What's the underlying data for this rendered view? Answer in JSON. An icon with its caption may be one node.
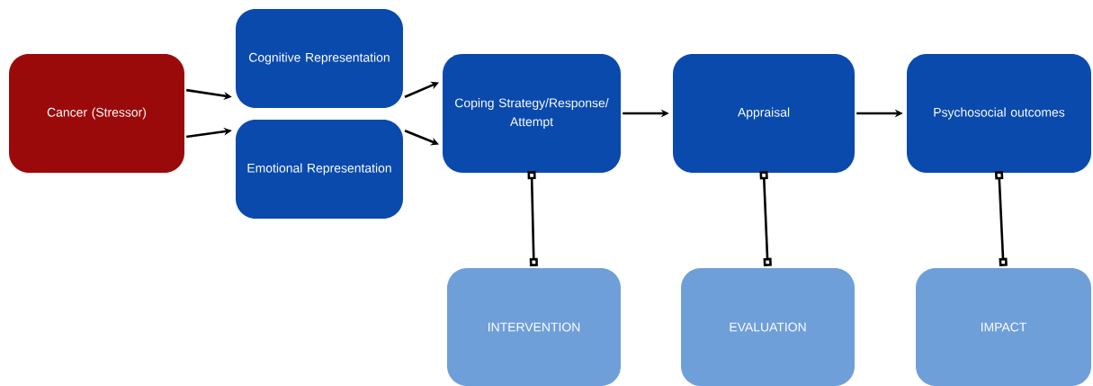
{
  "diagram": {
    "nodes": [
      {
        "text": [
          "Cancer (Stressor)"
        ]
      },
      {
        "text": [
          "Cognitive Representation"
        ]
      },
      {
        "text": [
          "Emotional Representation"
        ]
      },
      {
        "text": [
          "Coping Strategy/Response/ Attempt"
        ]
      },
      {
        "text": [
          "Appraisal"
        ]
      },
      {
        "text": [
          "Psychosocial outcomes"
        ]
      },
      {
        "text": [
          "INTERVENTION"
        ]
      },
      {
        "text": [
          "EVALUATION"
        ]
      },
      {
        "text": [
          "IMPACT"
        ]
      }
    ],
    "edges": [
      {
        "from": 0,
        "to": 1,
        "arrow": "to"
      },
      {
        "from": 0,
        "to": 2,
        "arrow": "to"
      },
      {
        "from": 1,
        "to": 3,
        "arrow": "to"
      },
      {
        "from": 2,
        "to": 3,
        "arrow": "to"
      },
      {
        "from": 3,
        "to": 4,
        "arrow": "to"
      },
      {
        "from": 4,
        "to": 5,
        "arrow": "to"
      },
      {
        "from": 3,
        "to": 6,
        "arrow": "other"
      },
      {
        "from": 4,
        "to": 7,
        "arrow": "other"
      },
      {
        "from": 5,
        "to": 8,
        "arrow": "other"
      }
    ]
  }
}
